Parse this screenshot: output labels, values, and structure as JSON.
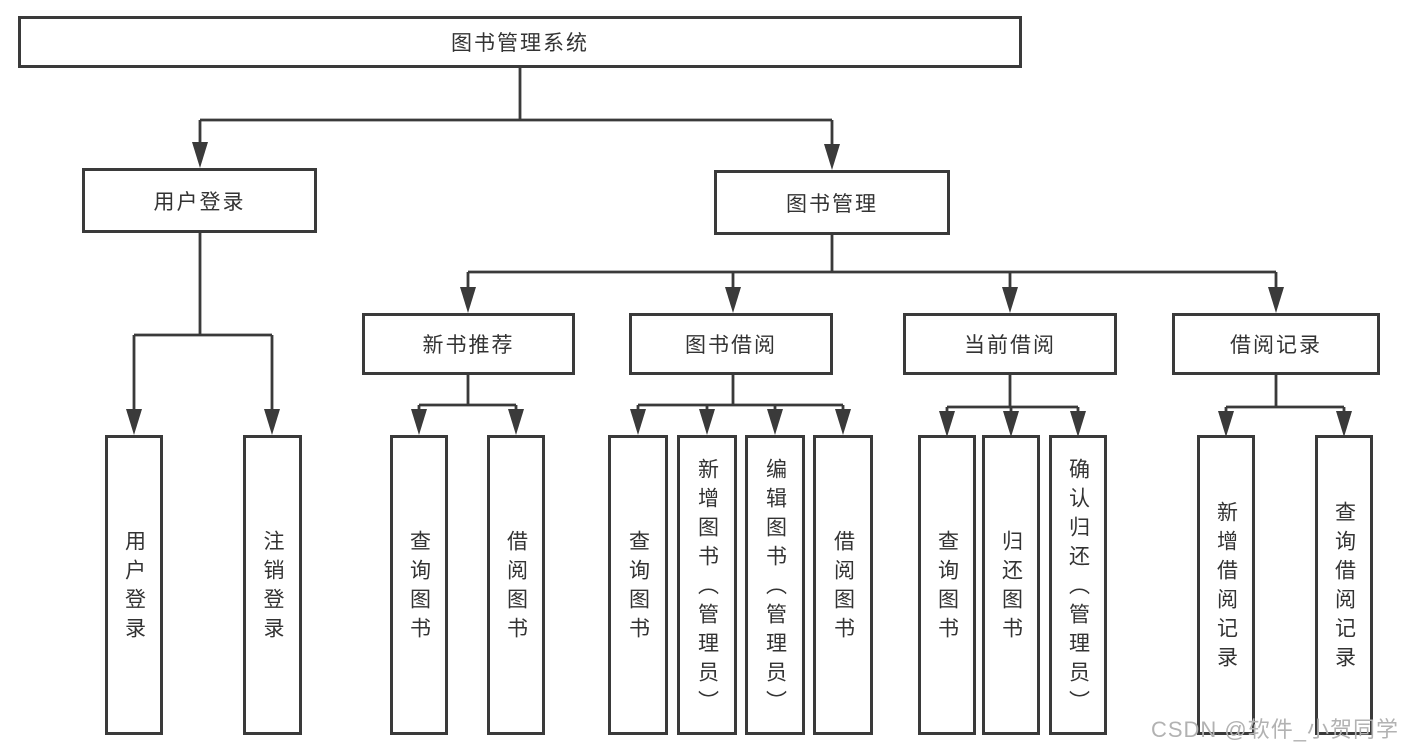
{
  "tree": {
    "label": "图书管理系统",
    "children": [
      {
        "label": "用户登录",
        "children": [
          {
            "label": "用户登录"
          },
          {
            "label": "注销登录"
          }
        ]
      },
      {
        "label": "图书管理",
        "children": [
          {
            "label": "新书推荐",
            "children": [
              {
                "label": "查询图书"
              },
              {
                "label": "借阅图书"
              }
            ]
          },
          {
            "label": "图书借阅",
            "children": [
              {
                "label": "查询图书"
              },
              {
                "label": "新增图书（管理员）"
              },
              {
                "label": "编辑图书（管理员）"
              },
              {
                "label": "借阅图书"
              }
            ]
          },
          {
            "label": "当前借阅",
            "children": [
              {
                "label": "查询图书"
              },
              {
                "label": "归还图书"
              },
              {
                "label": "确认归还（管理员）"
              }
            ]
          },
          {
            "label": "借阅记录",
            "children": [
              {
                "label": "新增借阅记录"
              },
              {
                "label": "查询借阅记录"
              }
            ]
          }
        ]
      }
    ]
  },
  "watermark": "CSDN @软件_小贺同学",
  "colors": {
    "line": "#3a3a3a",
    "text": "#333333",
    "watermark": "#b2b2b2",
    "background": "#ffffff"
  }
}
